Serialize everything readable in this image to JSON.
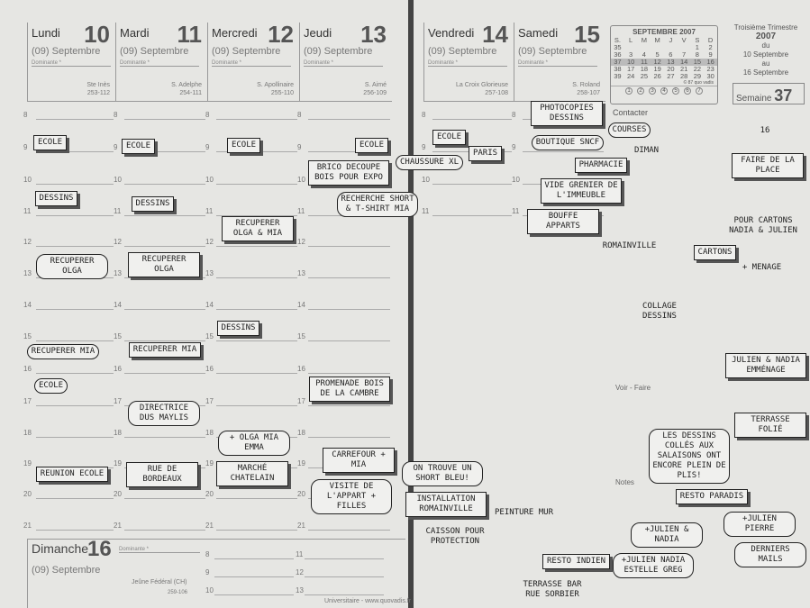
{
  "days": [
    {
      "name": "Lundi",
      "num": "10",
      "month": "(09) Septembre",
      "dominante": "Dominante *",
      "saint": "Ste Inès",
      "code": "253-112"
    },
    {
      "name": "Mardi",
      "num": "11",
      "month": "(09) Septembre",
      "dominante": "Dominante *",
      "saint": "S. Adelphe",
      "code": "254-111"
    },
    {
      "name": "Mercredi",
      "num": "12",
      "month": "(09) Septembre",
      "dominante": "Dominante *",
      "saint": "S. Apollinaire",
      "code": "255-110"
    },
    {
      "name": "Jeudi",
      "num": "13",
      "month": "(09) Septembre",
      "dominante": "Dominante *",
      "saint": "S. Aimé",
      "code": "256-109"
    },
    {
      "name": "Vendredi",
      "num": "14",
      "month": "(09) Septembre",
      "dominante": "Dominante *",
      "saint": "La Croix Glorieuse",
      "code": "257-108"
    },
    {
      "name": "Samedi",
      "num": "15",
      "month": "(09) Septembre",
      "dominante": "Dominante *",
      "saint": "S. Roland",
      "code": "258-107"
    }
  ],
  "hours": [
    "8",
    "9",
    "10",
    "11",
    "12",
    "13",
    "14",
    "15",
    "16",
    "17",
    "18",
    "19",
    "20",
    "21"
  ],
  "sunday": {
    "name": "Dimanche",
    "num": "16",
    "month": "(09) Septembre",
    "dominante": "Dominante *",
    "saint": "Jeûne Fédéral (CH)",
    "code": "259-106",
    "hours": [
      "8",
      "9",
      "10",
      "11",
      "12",
      "13"
    ]
  },
  "footer": "Universitaire - www.quovadis.fr",
  "mini_calendar": {
    "title": "SEPTEMBRE 2007",
    "headers": [
      "S.",
      "L",
      "M",
      "M",
      "J",
      "V",
      "S",
      "D"
    ],
    "rows": [
      [
        "35",
        "",
        "",
        "",
        "",
        "",
        "1",
        "2"
      ],
      [
        "36",
        "3",
        "4",
        "5",
        "6",
        "7",
        "8",
        "9"
      ],
      [
        "37",
        "10",
        "11",
        "12",
        "13",
        "14",
        "15",
        "16"
      ],
      [
        "38",
        "17",
        "18",
        "19",
        "20",
        "21",
        "22",
        "23"
      ],
      [
        "39",
        "24",
        "25",
        "26",
        "27",
        "28",
        "29",
        "30"
      ]
    ],
    "copyright": "© 87 quo vadis",
    "weekdays": [
      "1",
      "2",
      "3",
      "4",
      "5",
      "6",
      "7"
    ]
  },
  "trimester": {
    "title": "Troisième Trimestre",
    "year": "2007",
    "du": "du",
    "from": "10 Septembre",
    "au": "au",
    "to": "16 Septembre",
    "week_label": "Semaine",
    "week": "37"
  },
  "sections": {
    "contact": "Contacter",
    "voir": "Voir - Faire",
    "notes": "Notes"
  },
  "notes": [
    "Ecole",
    "Dessins",
    "Recuperer Olga",
    "Recuperer Mia",
    "Ecole",
    "Directrice Dus Maylis",
    "Reunion Ecole",
    "Ecole",
    "Dessins",
    "Recuperer Olga",
    "Recuperer Mia",
    "Rue de Bordeaux",
    "Visite de l'appart + filles",
    "Ecole",
    "Recuperer Olga & Mia",
    "Dessins",
    "Promenade Bois de la Cambre",
    "+ Olga Mia Emma",
    "Marché Chatelain",
    "Brico Decoupe Bois pour expo",
    "Ecole",
    "Chaussure XL",
    "Recherche short & T-shirt Mia",
    "Carrefour + Mia",
    "On trouve un short bleu!",
    "Ecole",
    "Paris",
    "Installation Romainville",
    "Caisson pour protection",
    "Peinture mur",
    "Photocopies Dessins",
    "Boutique SNCF",
    "Courses",
    "Pharmacie",
    "Vide grenier de l'immeuble",
    "Bouffe apparts",
    "Romainville",
    "Collage Dessins",
    "Diman",
    "16",
    "Faire de la place",
    "Pour cartons Nadia & Julien",
    "Cartons",
    "+ Menage",
    "Julien & Nadia emménage",
    "Terrasse Folié",
    "Resto Paradis",
    "+Julien Pierre",
    "Derniers mails",
    "Resto Indien",
    "+Julien Nadia Estelle Greg",
    "+Julien & Nadia",
    "Les dessins collés aux salaisons ont encore plein de plis!",
    "Terrasse bar rue Sorbier"
  ]
}
